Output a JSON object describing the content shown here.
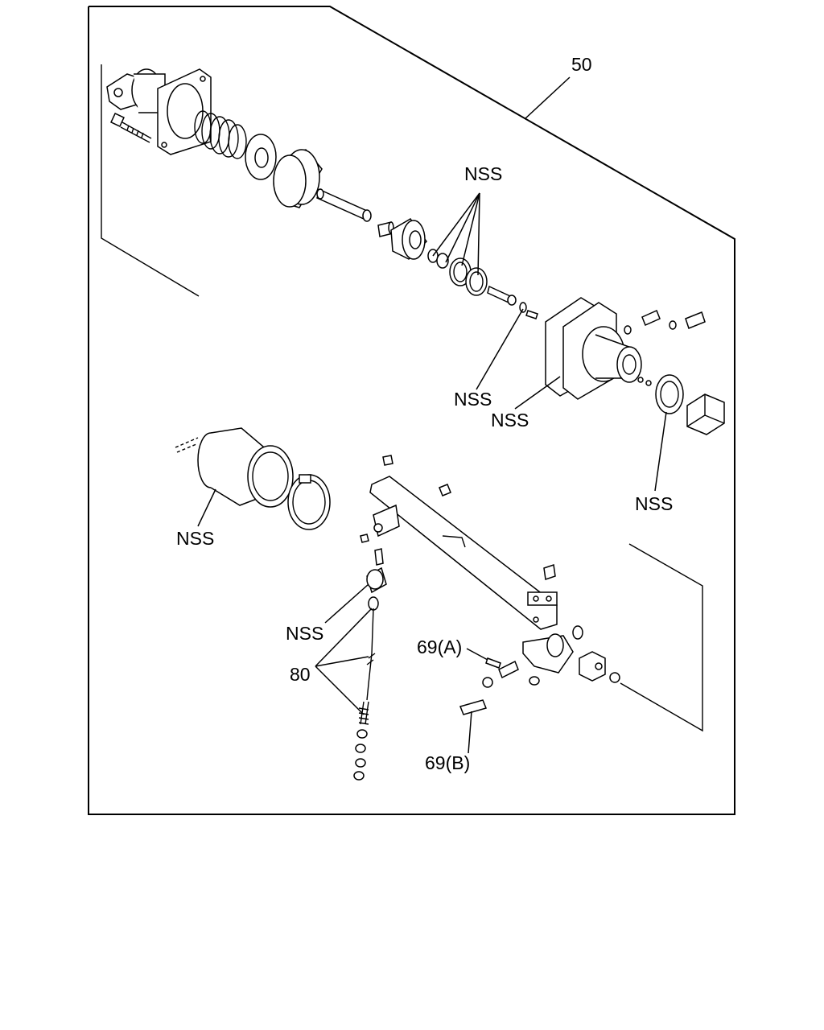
{
  "diagram": {
    "labels": {
      "ref_50": "50",
      "nss_seals": "NSS",
      "nss_washer": "NSS",
      "nss_housing": "NSS",
      "nss_oring": "NSS",
      "nss_boot": "NSS",
      "nss_bushing": "NSS",
      "ref_80": "80",
      "ref_69a": "69(A)",
      "ref_69b": "69(B)"
    }
  }
}
